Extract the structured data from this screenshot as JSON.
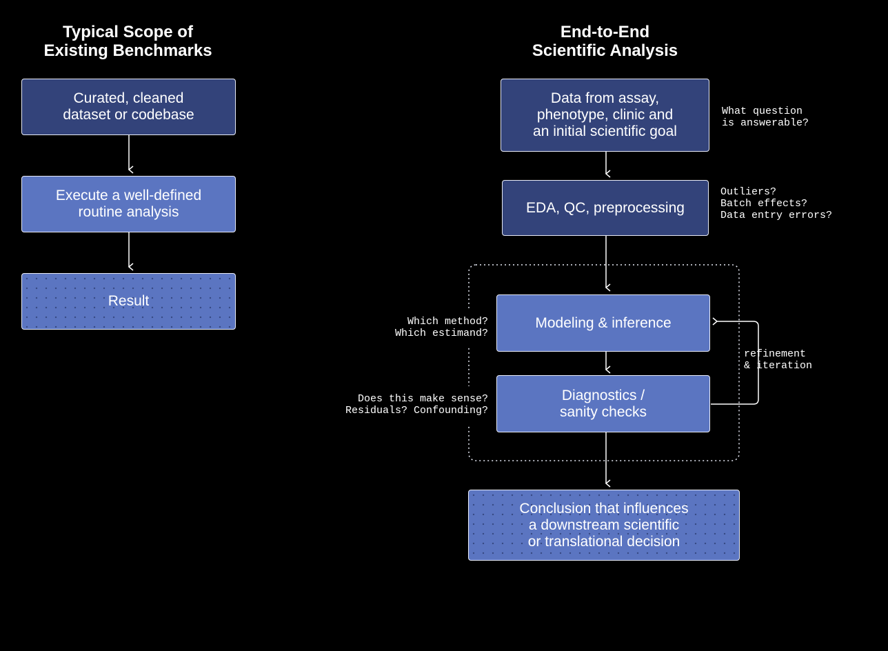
{
  "left": {
    "title": "Typical Scope of\nExisting Benchmarks",
    "boxes": [
      "Curated, cleaned\ndataset or codebase",
      "Execute a well-defined\nroutine analysis",
      "Result"
    ]
  },
  "right": {
    "title": "End-to-End\nScientific Analysis",
    "boxes": [
      "Data from assay,\nphenotype, clinic and\nan initial scientific goal",
      "EDA, QC, preprocessing",
      "Modeling & inference",
      "Diagnostics /\nsanity checks",
      "Conclusion that influences\na downstream scientific\nor translational decision"
    ],
    "notes": {
      "question": "What question\nis answerable?",
      "eda": "Outliers?\nBatch effects?\nData entry errors?",
      "method": "Which method?\nWhich estimand?",
      "sense": "Does this make sense?\nResiduals? Confounding?",
      "refinement": "refinement\n& iteration"
    }
  },
  "colors": {
    "background": "#000000",
    "dark_box": "#33437a",
    "light_box": "#5b75c1",
    "border": "#e9ecf7"
  }
}
